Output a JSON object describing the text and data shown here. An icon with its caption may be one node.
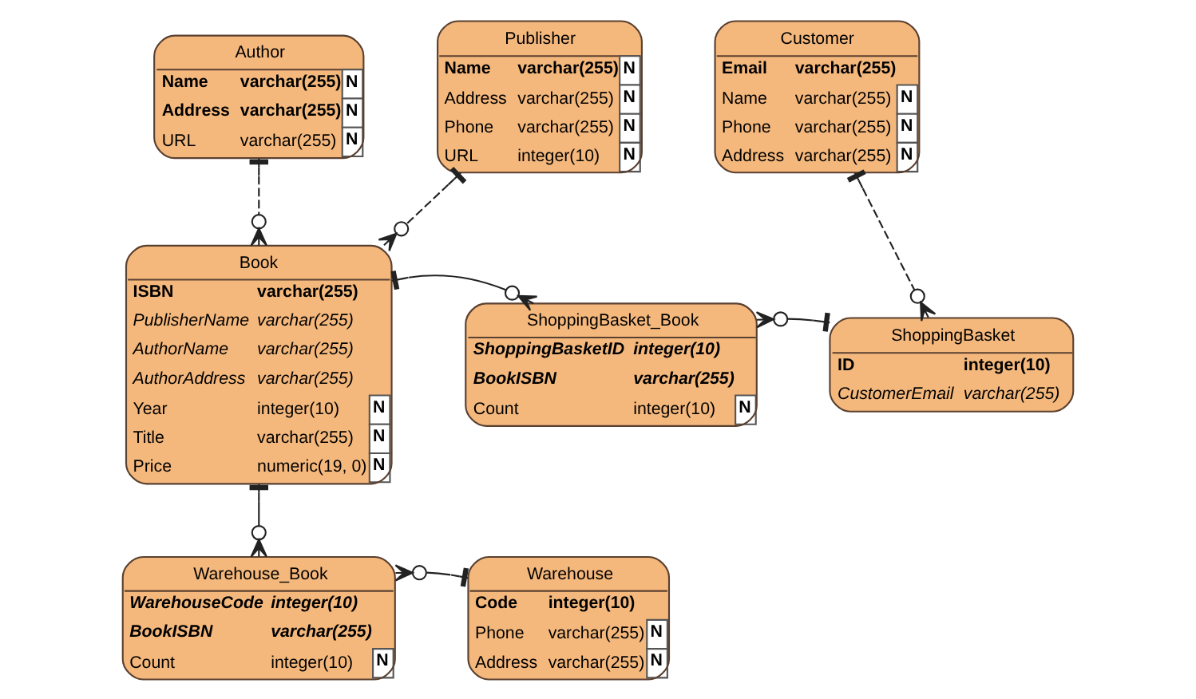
{
  "diagram": {
    "nodes": [
      {
        "text": [
          "Author",
          "Name",
          "varchar(255)",
          "N",
          "Address",
          "varchar(255)",
          "N",
          "URL",
          "varchar(255)",
          "N"
        ]
      },
      {
        "text": [
          "Publisher",
          "Name",
          "varchar(255)",
          "N",
          "Address",
          "varchar(255)",
          "N",
          "Phone",
          "varchar(255)",
          "N",
          "URL",
          "integer(10)",
          "N"
        ]
      },
      {
        "text": [
          "Customer",
          "Email",
          "varchar(255)",
          "Name",
          "varchar(255)",
          "N",
          "Phone",
          "varchar(255)",
          "N",
          "Address",
          "varchar(255)",
          "N"
        ]
      },
      {
        "text": [
          "Book",
          "ISBN",
          "varchar(255)",
          "PublisherName",
          "varchar(255)",
          "AuthorName",
          "varchar(255)",
          "AuthorAddress",
          "varchar(255)",
          "Year",
          "integer(10)",
          "N",
          "Title",
          "varchar(255)",
          "N",
          "Price",
          "numeric(19, 0)",
          "N"
        ]
      },
      {
        "text": [
          "ShoppingBasket_Book",
          "ShoppingBasketID",
          "integer(10)",
          "BookISBN",
          "varchar(255)",
          "Count",
          "integer(10)",
          "N"
        ]
      },
      {
        "text": [
          "ShoppingBasket",
          "ID",
          "integer(10)",
          "CustomerEmail",
          "varchar(255)"
        ]
      },
      {
        "text": [
          "Warehouse_Book",
          "WarehouseCode",
          "integer(10)",
          "BookISBN",
          "varchar(255)",
          "Count",
          "integer(10)",
          "N"
        ]
      },
      {
        "text": [
          "Warehouse",
          "Code",
          "integer(10)",
          "Phone",
          "varchar(255)",
          "N",
          "Address",
          "varchar(255)",
          "N"
        ]
      }
    ],
    "edges": [
      {
        "from": 0,
        "to": 3,
        "arrow": "other",
        "style": "dashed"
      },
      {
        "from": 1,
        "to": 3,
        "arrow": "other",
        "style": "dashed"
      },
      {
        "from": 2,
        "to": 5,
        "arrow": "other",
        "style": "dashed"
      },
      {
        "from": 3,
        "to": 4,
        "arrow": "other"
      },
      {
        "from": 5,
        "to": 4,
        "arrow": "other"
      },
      {
        "from": 3,
        "to": 6,
        "arrow": "other"
      },
      {
        "from": 7,
        "to": 6,
        "arrow": "other"
      }
    ]
  }
}
